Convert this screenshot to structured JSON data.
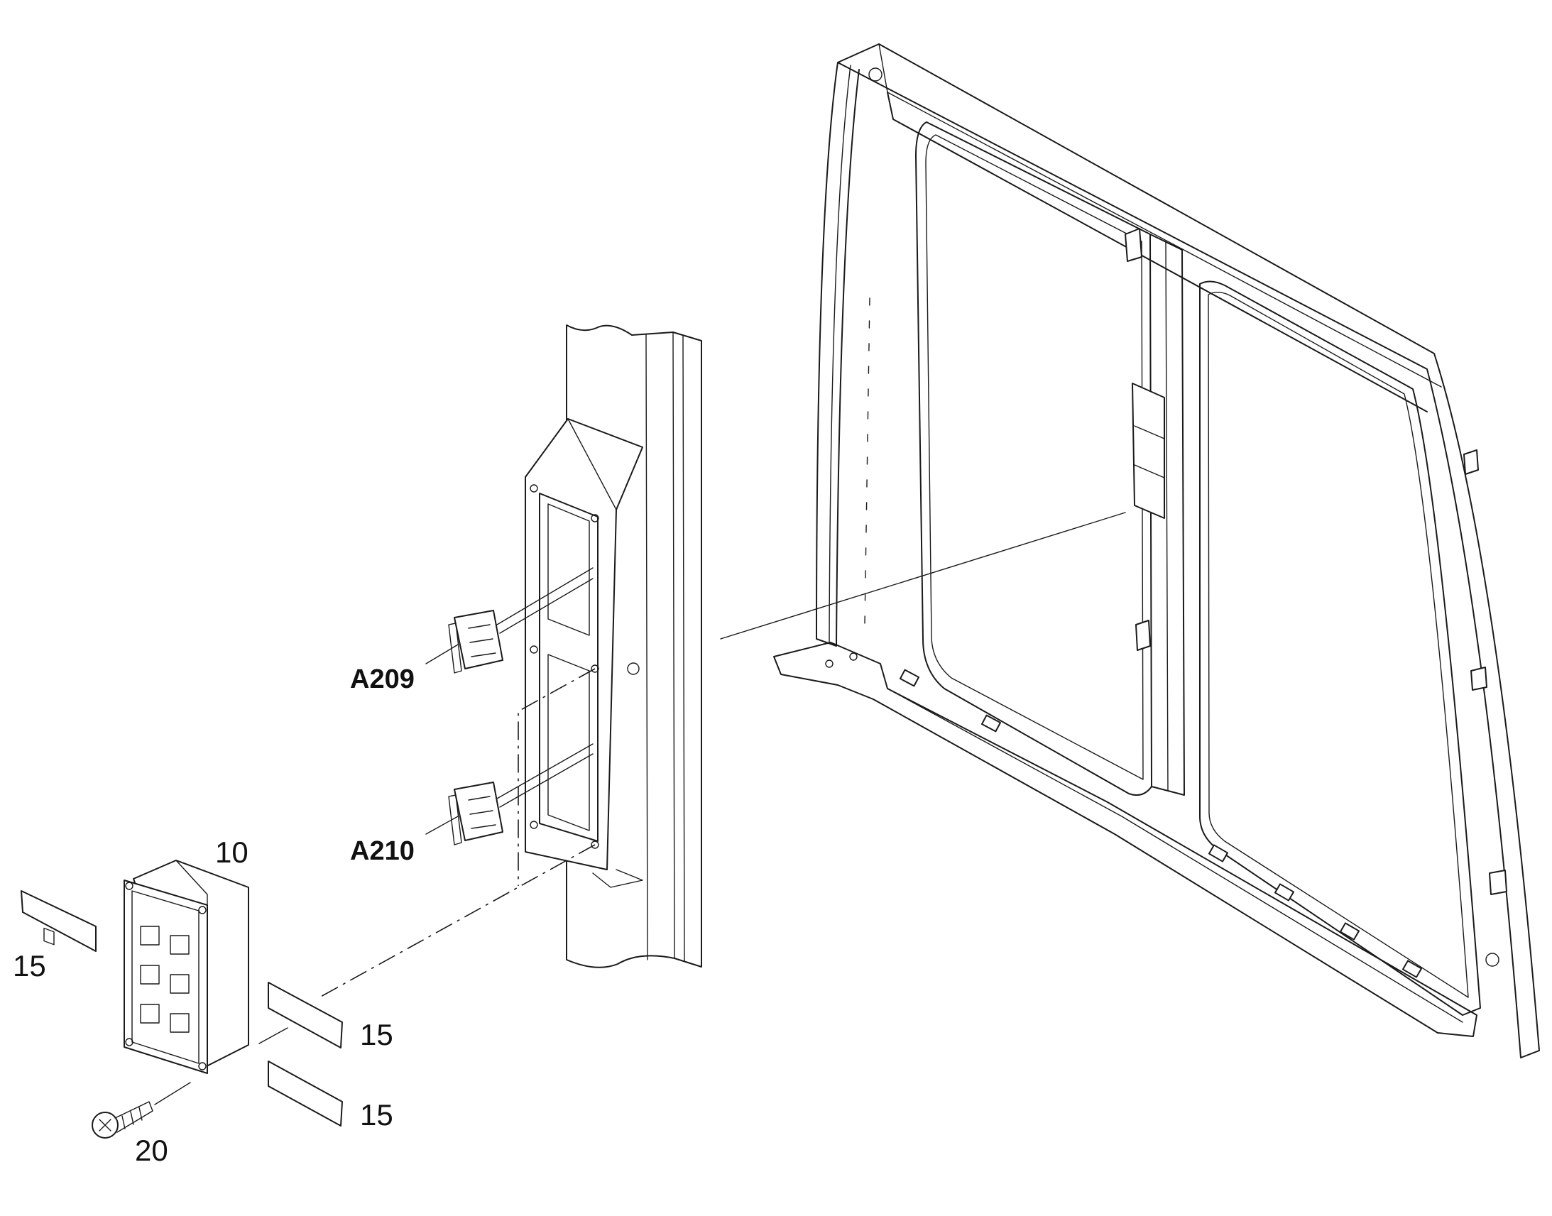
{
  "callouts": {
    "a209": "A209",
    "a210": "A210",
    "item_10": "10",
    "item_15_top": "15",
    "item_15_mid": "15",
    "item_15_bottom": "15",
    "item_20": "20"
  },
  "colors": {
    "line": "#1a1a1a",
    "background": "#ffffff"
  }
}
